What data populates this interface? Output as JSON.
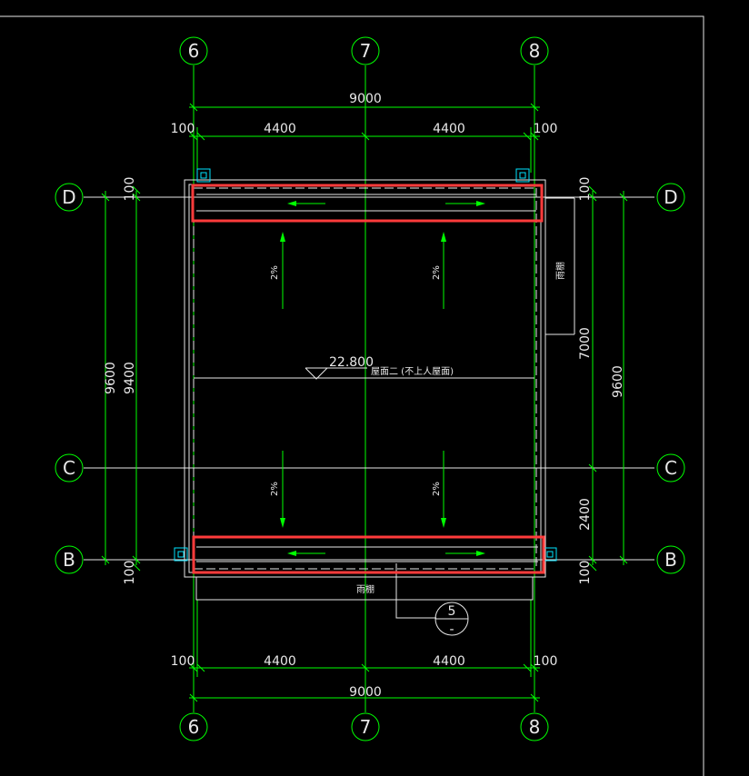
{
  "grid_axes": {
    "top": [
      "6",
      "7",
      "8"
    ],
    "bottom": [
      "6",
      "7",
      "8"
    ],
    "left": [
      "D",
      "C",
      "B"
    ],
    "right": [
      "D",
      "C",
      "B"
    ]
  },
  "dimensions": {
    "top_total": "9000",
    "top_segments": [
      "100",
      "4400",
      "4400",
      "100"
    ],
    "bottom_total": "9000",
    "bottom_segments": [
      "100",
      "4400",
      "4400",
      "100"
    ],
    "left_outer": "9600",
    "left_inner": "9400",
    "left_top": "100",
    "left_bottom": "100",
    "right_total": "9600",
    "right_upper": "7000",
    "right_lower": "2400",
    "right_top": "100",
    "right_bottom": "100"
  },
  "annotations": {
    "elevation": "22.800",
    "roof_label": "屋面二 (不上人屋面)",
    "slope_1": "2%",
    "slope_2": "2%",
    "slope_3": "2%",
    "slope_4": "2%",
    "canopy_right": "雨棚",
    "canopy_bottom": "雨棚",
    "detail_number": "5",
    "detail_sheet": "-"
  },
  "colors": {
    "background": "#000000",
    "grid_lines": "#00ff00",
    "outline": "#e8e8e8",
    "highlight": "#ff3b3b",
    "column_marker": "#00e5ff"
  }
}
